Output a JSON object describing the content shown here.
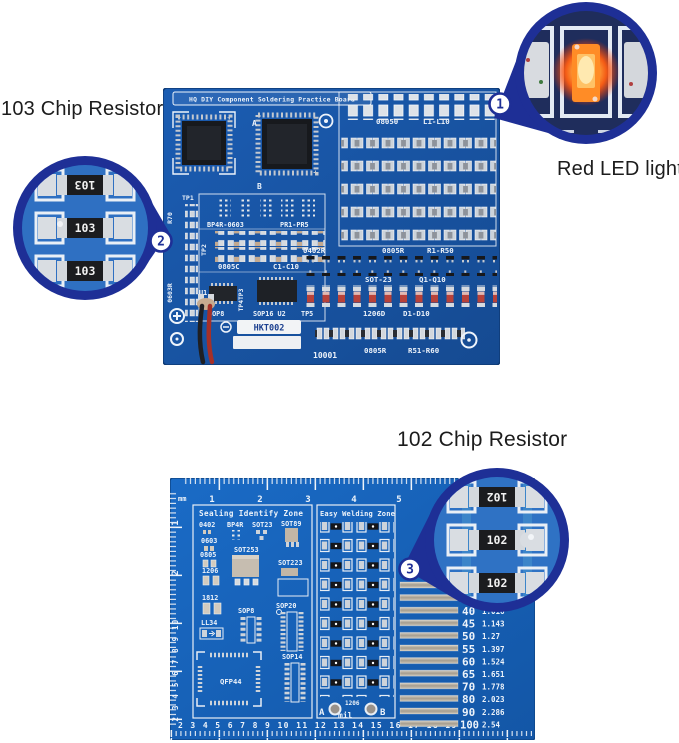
{
  "colors": {
    "board_blue_top": "#1a58ab",
    "board_blue_bottom": "#1766c2",
    "callout_navy": "#1e2f96",
    "led_glow": "#ff6a1a",
    "silkscreen": "#ffffff"
  },
  "annotations": {
    "callout_1": {
      "number": "1",
      "label": "Red LED light"
    },
    "callout_2": {
      "number": "2",
      "label": "103 Chip Resistor",
      "resistor_code": "103"
    },
    "callout_3": {
      "number": "3",
      "label": "102 Chip Resistor",
      "resistor_code": "102"
    }
  },
  "top_board": {
    "title": "HQ DIY Component Soldering Practice Board",
    "labels": {
      "a": "A",
      "b": "B",
      "tp1": "TP1",
      "tp2": "TP2",
      "r70": "R70",
      "r0603": "0603R",
      "bp4r": "BP4R-0603",
      "pr1pr5": "PR1-PR5",
      "c0805": "0805C",
      "c_range": "C1-C10",
      "u1": "U1",
      "sop8": "SOP8",
      "tp4tp3": "TP4TP3",
      "sop16": "SOP16 U2",
      "tp5": "TP5",
      "hkt002": "HKT002",
      "serial": "10001",
      "r0402": "0402R",
      "r0805": "0805R",
      "r_range": "R1-R50",
      "sot23": "SOT-23",
      "q_range": "Q1-Q10",
      "d1206": "1206D",
      "d_range": "D1-D10",
      "r0805_2": "0805R",
      "r_range2": "R51-R60",
      "led_row": "08050",
      "l_range": "L1-L10"
    }
  },
  "bottom_board": {
    "zones": {
      "sealing": "Sealing Identify Zone",
      "welding": "Easy Welding Zone"
    },
    "rulers": {
      "mm_label": "mm",
      "mil_label": "mil",
      "top_numbers": [
        "1",
        "2",
        "3",
        "4",
        "5"
      ],
      "left_cm": [
        "1",
        "2"
      ],
      "left_numbers": "2 3 4 5 6 7 8 9 10",
      "bottom_numbers": "2 3 4 5 6 7 8 9 10 11 12 13 14 15 16 17 18 19"
    },
    "footprints": {
      "p0402": "0402",
      "bp4r": "BP4R",
      "sot23": "SOT23",
      "sot89": "SOT89",
      "p0603": "0603",
      "p0805": "0805",
      "sot253": "SOT253",
      "sot223": "SOT223",
      "p1206": "1206",
      "p1812": "1812",
      "ll34": "LL34",
      "sop8": "SOP8",
      "sop20": "SOP20",
      "sop14": "SOP14",
      "qfp44": "QFP44"
    },
    "ab": {
      "a": "A",
      "b": "B",
      "code": "1206"
    },
    "wire_table": {
      "rows": [
        {
          "gauge": "40",
          "mm": "1.016"
        },
        {
          "gauge": "45",
          "mm": "1.143"
        },
        {
          "gauge": "50",
          "mm": "1.27"
        },
        {
          "gauge": "55",
          "mm": "1.397"
        },
        {
          "gauge": "60",
          "mm": "1.524"
        },
        {
          "gauge": "65",
          "mm": "1.651"
        },
        {
          "gauge": "70",
          "mm": "1.778"
        },
        {
          "gauge": "80",
          "mm": "2.023"
        },
        {
          "gauge": "90",
          "mm": "2.286"
        },
        {
          "gauge": "100",
          "mm": "2.54"
        }
      ]
    }
  }
}
